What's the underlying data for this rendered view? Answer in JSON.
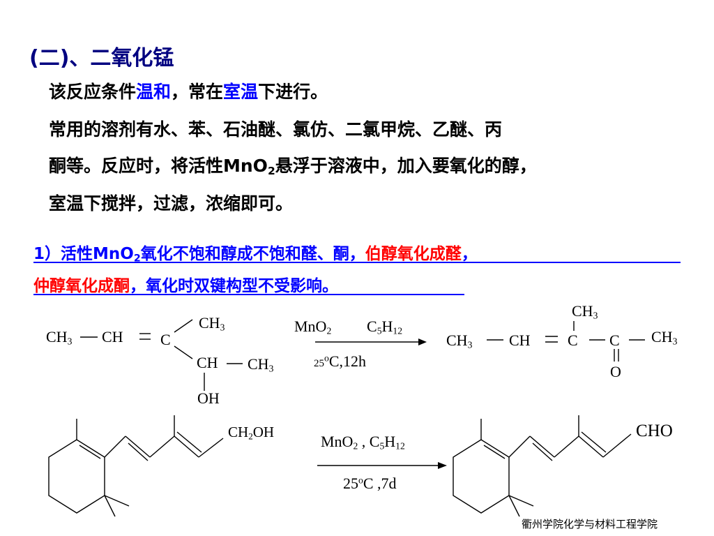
{
  "heading": "(二)、二氧化锰",
  "intro": {
    "l1_a": "该反应条件",
    "l1_b": "温和",
    "l1_c": "，常在",
    "l1_d": "室温",
    "l1_e": "下进行。",
    "l2": "常用的溶剂有水、苯、石油醚、氯仿、二氯甲烷、乙醚、丙",
    "l3_a": "酮等。反应时，将活性MnO",
    "l3_sub": "2",
    "l3_b": "悬浮于溶液中，加入要氧化的醇，",
    "l4": "室温下搅拌，过滤，浓缩即可。"
  },
  "point1": {
    "num": "1）",
    "a": "活性MnO",
    "sub": "2",
    "b": "氧化不饱和醇成不饱和醛、酮，",
    "red1": "伯醇氧化成醛",
    "c": "，",
    "red2": "仲醇氧化成酮",
    "d": "，氧化时双键构型不受影响",
    "e": "。"
  },
  "reaction1": {
    "r_ch3": "CH",
    "r_ch3_sub": "3",
    "r_ch": "CH",
    "r_eq": "=",
    "r_c": "C",
    "r_top_ch3": "CH",
    "r_top_ch3_sub": "3",
    "r_ch2": "CH",
    "r_ch3b": "CH",
    "r_ch3b_sub": "3",
    "r_oh": "OH",
    "reagent_top_a": "MnO",
    "reagent_top_a_sub": "2",
    "reagent_top_b": "C",
    "reagent_top_b_sub1": "5",
    "reagent_top_b_h": "H",
    "reagent_top_b_sub2": "12",
    "reagent_bottom_pre": "25",
    "reagent_bottom_sup": "o",
    "reagent_bottom": "C,12h",
    "p_ch3": "CH",
    "p_ch3_sub": "3",
    "p_ch": "CH",
    "p_eq": "=",
    "p_c": "C",
    "p_c2": "C",
    "p_ch3r": "CH",
    "p_ch3r_sub": "3",
    "p_top_ch3": "CH",
    "p_top_ch3_sub": "3",
    "p_o": "O"
  },
  "reaction2": {
    "ch2oh_a": "CH",
    "ch2oh_sub": "2",
    "ch2oh_b": "OH",
    "reagent_top_a": "MnO",
    "reagent_top_a_sub": "2",
    "reagent_top_b": " , C",
    "reagent_top_b_sub1": "5",
    "reagent_top_b_h": "H",
    "reagent_top_b_sub2": "12",
    "reagent_bottom_a": "25",
    "reagent_bottom_sup": "o",
    "reagent_bottom_b": "C ,7d",
    "cho": "CHO"
  },
  "footer": "衢州学院化学与材料工程学院",
  "colors": {
    "heading": "#000080",
    "blue": "#0000ff",
    "red": "#ff0000"
  }
}
